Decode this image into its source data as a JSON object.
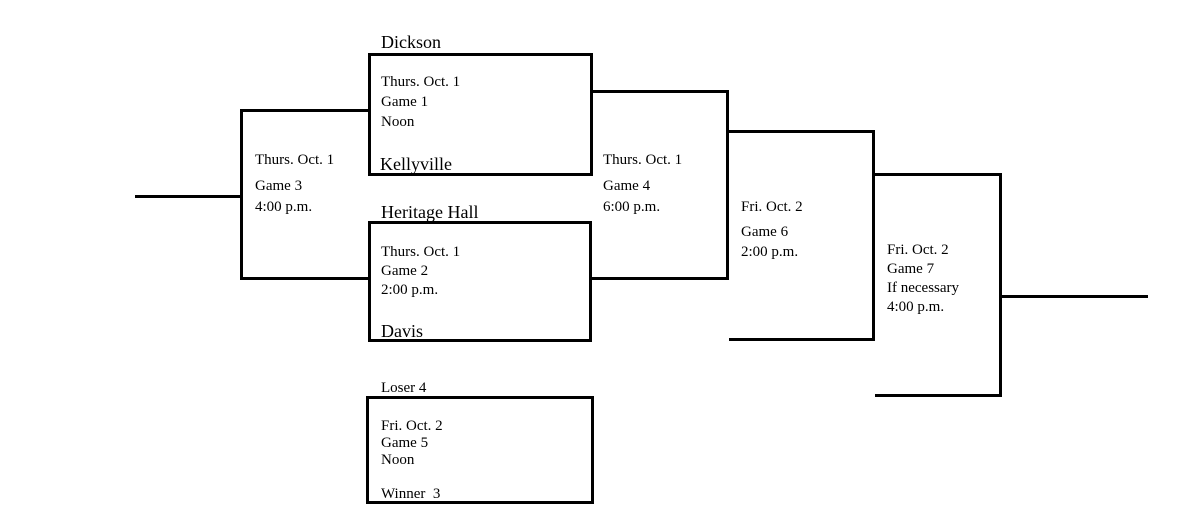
{
  "page": {
    "background_color": "#ffffff",
    "line_color": "#000000",
    "text_color": "#000000"
  },
  "bracket": {
    "slots": {
      "team1": "Dickson",
      "team2": "Kellyville",
      "team3": "Heritage Hall",
      "team4": "Davis",
      "loser_feed": "Loser 4",
      "winner_feed": "Winner  3"
    },
    "game1": {
      "date": "Thurs. Oct. 1",
      "game": "Game 1",
      "time": "Noon"
    },
    "game2": {
      "date": "Thurs. Oct. 1",
      "game": "Game 2",
      "time": "2:00 p.m."
    },
    "game3": {
      "date": "Thurs. Oct. 1",
      "game": "Game 3",
      "time": "4:00 p.m."
    },
    "game4": {
      "date": "Thurs. Oct. 1",
      "game": "Game 4",
      "time": "6:00 p.m."
    },
    "game5": {
      "date": "Fri. Oct. 2",
      "game": "Game 5",
      "time": "Noon"
    },
    "game6": {
      "date": "Fri. Oct. 2",
      "game": "Game 6",
      "time": "2:00 p.m."
    },
    "game7": {
      "date": "Fri. Oct. 2",
      "game": "Game 7",
      "note": "If necessary",
      "time": "4:00 p.m."
    }
  }
}
